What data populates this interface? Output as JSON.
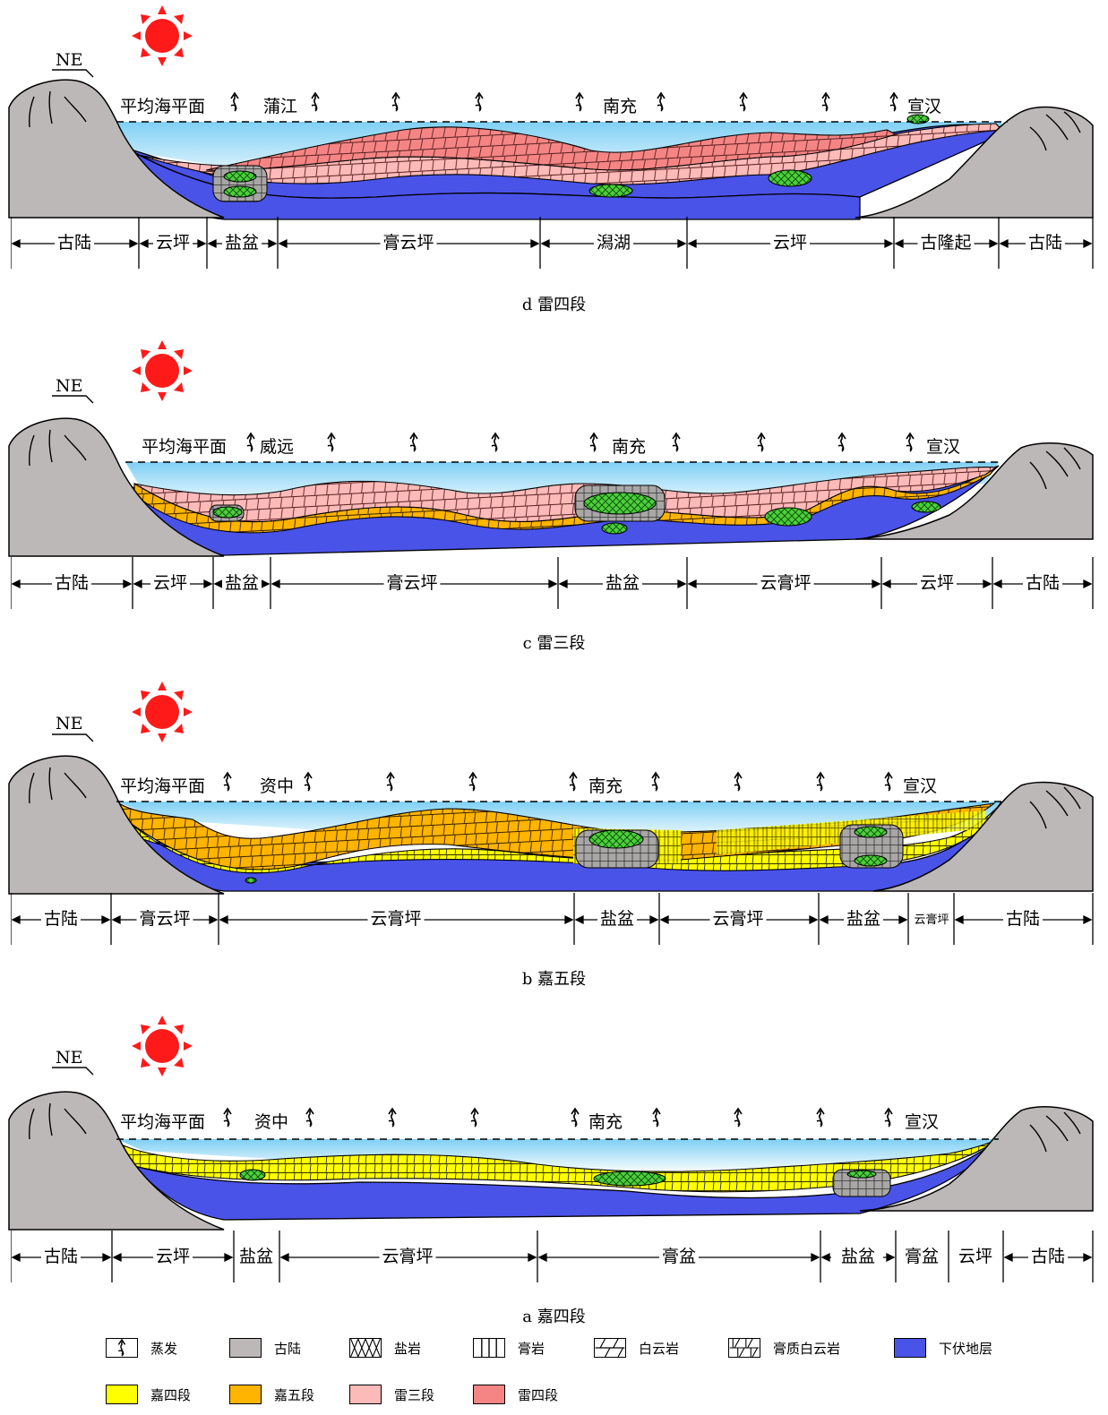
{
  "direction": "NE",
  "sea_level_label": "平均海平面",
  "panels": [
    {
      "id": "d",
      "caption": "d  雷四段",
      "places": [
        "蒲江",
        "南充",
        "宣汉"
      ],
      "zones": [
        "古陆",
        "云坪",
        "盐盆",
        "膏云坪",
        "潟湖",
        "云坪",
        "古隆起",
        "古陆"
      ]
    },
    {
      "id": "c",
      "caption": "c  雷三段",
      "places": [
        "威远",
        "南充",
        "宣汉"
      ],
      "zones": [
        "古陆",
        "云坪",
        "盐盆",
        "膏云坪",
        "盐盆",
        "云膏坪",
        "云坪",
        "古陆"
      ]
    },
    {
      "id": "b",
      "caption": "b  嘉五段",
      "places": [
        "资中",
        "南充",
        "宣汉"
      ],
      "zones": [
        "古陆",
        "膏云坪",
        "云膏坪",
        "盐盆",
        "云膏坪",
        "盐盆",
        "云膏坪",
        "古陆"
      ]
    },
    {
      "id": "a",
      "caption": "a  嘉四段",
      "places": [
        "资中",
        "南充",
        "宣汉"
      ],
      "zones": [
        "古陆",
        "云坪",
        "盐盆",
        "云膏坪",
        "膏盆",
        "盐盆",
        "膏盆",
        "云坪",
        "古陆"
      ]
    }
  ],
  "legend": [
    {
      "label": "蒸发",
      "swatch": "evaporation"
    },
    {
      "label": "古陆",
      "swatch": "#bdb8b8"
    },
    {
      "label": "盐岩",
      "swatch": "salt"
    },
    {
      "label": "膏岩",
      "swatch": "gypsum"
    },
    {
      "label": "白云岩",
      "swatch": "dolomite"
    },
    {
      "label": "膏质白云岩",
      "swatch": "gypsum-dolomite"
    },
    {
      "label": "下伏地层",
      "swatch": "#4a53e8"
    },
    {
      "label": "嘉四段",
      "swatch": "#ffff00"
    },
    {
      "label": "嘉五段",
      "swatch": "#ffb400"
    },
    {
      "label": "雷三段",
      "swatch": "#fcbab8"
    },
    {
      "label": "雷四段",
      "swatch": "#f58585"
    }
  ],
  "colors": {
    "sun": "#ff1a1a",
    "old_land": "#bdb8b8",
    "underlying": "#4a53e8",
    "jia4": "#ffff00",
    "jia5": "#ffb400",
    "lei3": "#fcbab8",
    "lei4": "#f58585",
    "salt": "#4ccf3a",
    "water": "#7fd0f5"
  }
}
